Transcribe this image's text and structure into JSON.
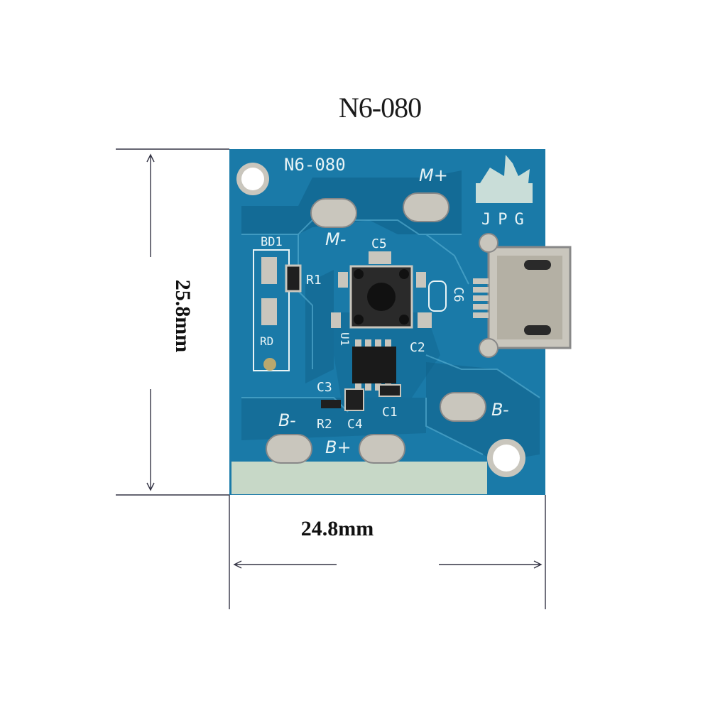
{
  "figure": {
    "title": "N6-080",
    "width_label": "24.8mm",
    "height_label": "25.8mm"
  },
  "pcb": {
    "model_label": "N6-080",
    "brand_logo": "JPG",
    "silkscreen": {
      "motor_plus": "M+",
      "motor_minus": "M-",
      "battery_minus_left": "B-",
      "battery_minus_right": "B-",
      "battery_plus": "B+",
      "bd1": "BD1",
      "r1": "R1",
      "c5": "C5",
      "c6": "C6",
      "c2": "C2",
      "c3": "C3",
      "c1": "C1",
      "r2": "R2",
      "c4": "C4",
      "u1": "U1",
      "rd": "RD"
    },
    "colors": {
      "board": "#1a7aa8",
      "copper_trace": "#0f5f87",
      "pad": "#c9c6bd",
      "silk": "#e8f4f6"
    }
  }
}
